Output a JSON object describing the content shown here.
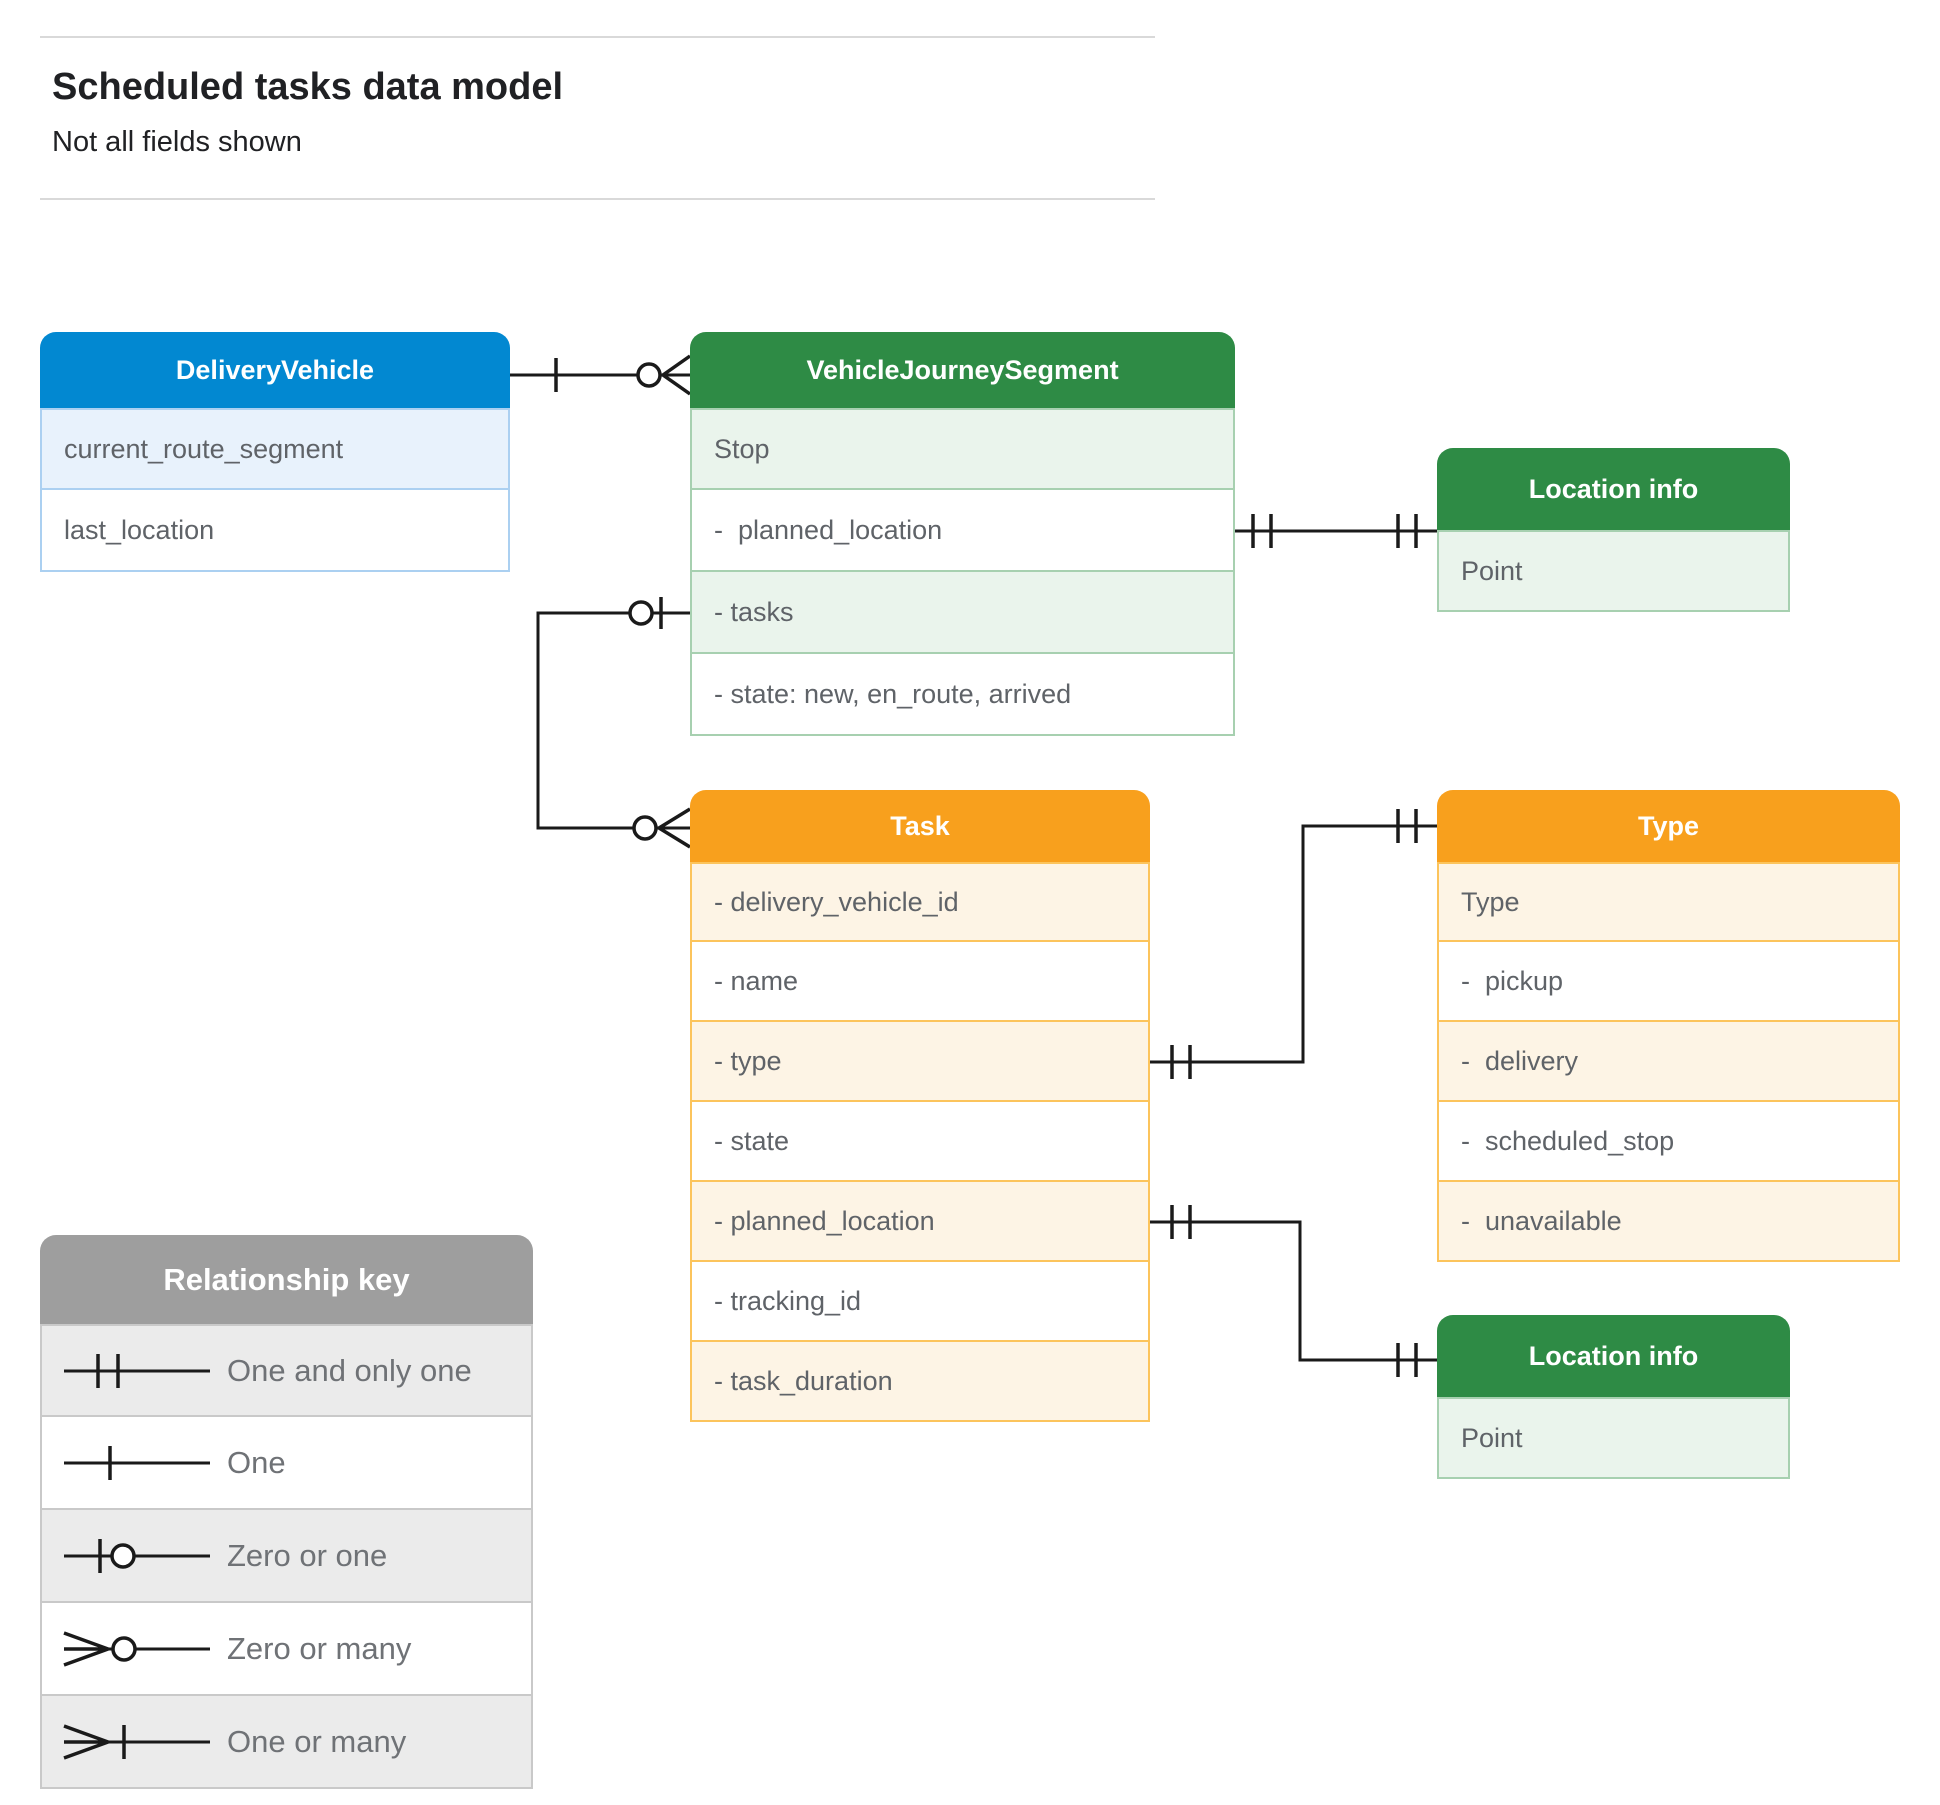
{
  "header": {
    "title": "Scheduled tasks data model",
    "subtitle": "Not all fields shown"
  },
  "colors": {
    "blue": "#0288d1",
    "blueLight": "#e8f2fc",
    "blueBorder": "#abd0f1",
    "green": "#2e8b45",
    "greenLight": "#eaf4ec",
    "greenBorder": "#a7d0b0",
    "orange": "#f8a01d",
    "orangeLight": "#fdf4e5",
    "orangeBorder": "#fcc45c",
    "gray": "#9e9e9e",
    "grayLight": "#ebebeb",
    "grayBorder": "#c9c9c9",
    "rowText": "#5f6368",
    "legendText": "#6f7276",
    "titleText": "#202124",
    "line": "#1a1a1a",
    "rule": "#d9d9d9"
  },
  "entities": {
    "delivery_vehicle": {
      "title": "DeliveryVehicle",
      "rows": [
        "current_route_segment",
        "last_location"
      ]
    },
    "vehicle_journey_segment": {
      "title": "VehicleJourneySegment",
      "rows": [
        "Stop",
        "-  planned_location",
        "- tasks",
        "- state: new, en_route, arrived"
      ]
    },
    "location_info_top": {
      "title": "Location info",
      "rows": [
        "Point"
      ]
    },
    "task": {
      "title": "Task",
      "rows": [
        "- delivery_vehicle_id",
        "- name",
        "- type",
        "- state",
        "- planned_location",
        "- tracking_id",
        "- task_duration"
      ]
    },
    "type": {
      "title": "Type",
      "rows": [
        "Type",
        "-  pickup",
        "-  delivery",
        "-  scheduled_stop",
        "-  unavailable"
      ]
    },
    "location_info_bottom": {
      "title": "Location info",
      "rows": [
        "Point"
      ]
    }
  },
  "relationships": [
    {
      "from": "DeliveryVehicle",
      "from_end": "one",
      "to": "VehicleJourneySegment",
      "to_end": "zero-or-many"
    },
    {
      "from": "VehicleJourneySegment.tasks",
      "from_end": "zero-or-one",
      "to": "Task",
      "to_end": "zero-or-many"
    },
    {
      "from": "VehicleJourneySegment.planned_location",
      "from_end": "one-and-only-one",
      "to": "Location info",
      "to_end": "one-and-only-one"
    },
    {
      "from": "Task.type",
      "from_end": "one-and-only-one",
      "to": "Type",
      "to_end": "one-and-only-one"
    },
    {
      "from": "Task.planned_location",
      "from_end": "one-and-only-one",
      "to": "Location info",
      "to_end": "one-and-only-one"
    }
  ],
  "legend": {
    "title": "Relationship key",
    "items": [
      {
        "label": "One and only one",
        "symbol": "one-and-only-one"
      },
      {
        "label": "One",
        "symbol": "one"
      },
      {
        "label": "Zero or one",
        "symbol": "zero-or-one"
      },
      {
        "label": "Zero or many",
        "symbol": "zero-or-many"
      },
      {
        "label": "One or many",
        "symbol": "one-or-many"
      }
    ]
  }
}
